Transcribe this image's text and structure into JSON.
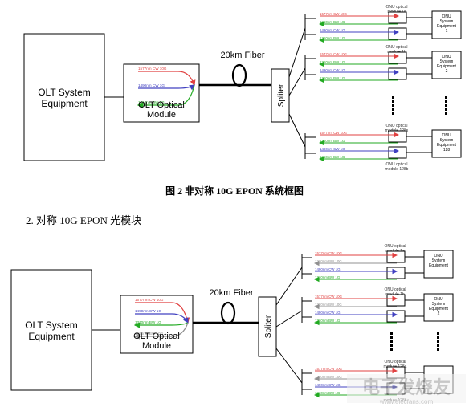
{
  "diagram1": {
    "olt_equipment": "OLT System Equipment",
    "olt_module": "OLT Optical Module",
    "fiber": "20km Fiber",
    "splitter": "Spliter",
    "olt_wavelengths": [
      {
        "text": "1577nm CW 10G",
        "color": "#e04040"
      },
      {
        "text": "1490nm CW 1G",
        "color": "#4040c0"
      },
      {
        "text": "1310nm BW 1G",
        "color": "#22aa22"
      }
    ],
    "onu_groups": [
      {
        "module_label": "ONU optical module 1s",
        "equipment": "ONU System Equipment 1",
        "lines": [
          {
            "text": "1577nm CW 10G",
            "color": "#e04040"
          },
          {
            "text": "1310nm BW 1G",
            "color": "#22aa22"
          },
          {
            "text": "1490nm CW 1G",
            "color": "#4040c0"
          },
          {
            "text": "1310nm BW 1G",
            "color": "#22aa22"
          }
        ]
      },
      {
        "module_label": "ONU optical module 1b",
        "equipment": "ONU System Equipment 2",
        "lines": [
          {
            "text": "1577nm CW 10G",
            "color": "#e04040"
          },
          {
            "text": "1310nm BW 1G",
            "color": "#22aa22"
          },
          {
            "text": "1490nm CW 1G",
            "color": "#4040c0"
          },
          {
            "text": "1310nm BW 1G",
            "color": "#22aa22"
          }
        ]
      },
      {
        "module_label": "ONU optical module 128s",
        "equipment": "ONU System Equipment 128",
        "lines": [
          {
            "text": "1577nm CW 10G",
            "color": "#e04040"
          },
          {
            "text": "1310nm BW 1G",
            "color": "#22aa22"
          },
          {
            "text": "1490nm CW 1G",
            "color": "#4040c0"
          },
          {
            "text": "1310nm BW 1G",
            "color": "#22aa22"
          }
        ]
      }
    ],
    "bottom_module_label": "ONU optical module 128b"
  },
  "caption": "图 2 非对称 10G EPON 系统框图",
  "section_heading": "2.  对称 10G EPON 光模块",
  "diagram2": {
    "olt_equipment": "OLT System Equipment",
    "olt_module": "OLT Optical Module",
    "fiber": "20km Fiber",
    "splitter": "Spliter",
    "olt_wavelengths": [
      {
        "text": "1577nm CW 10G",
        "color": "#e04040"
      },
      {
        "text": "1490nm CW 1G",
        "color": "#4040c0"
      },
      {
        "text": "1310nm BW 1G",
        "color": "#22aa22"
      },
      {
        "text": "1270nm BW 10G",
        "color": "#909090"
      }
    ],
    "onu_groups": [
      {
        "module_label": "ONU optical module 1a",
        "equipment": "ONU System Equipment",
        "lines": [
          {
            "text": "1577nm CW 10G",
            "color": "#e04040"
          },
          {
            "text": "1270nm BW 10G",
            "color": "#909090"
          },
          {
            "text": "1490nm CW 1G",
            "color": "#4040c0"
          },
          {
            "text": "1310nm BW 1G",
            "color": "#22aa22"
          }
        ]
      },
      {
        "module_label": "ONU optical module 1b",
        "equipment": "ONU System Equipment 2",
        "lines": [
          {
            "text": "1577nm CW 10G",
            "color": "#e04040"
          },
          {
            "text": "1270nm BW 10G",
            "color": "#909090"
          },
          {
            "text": "1490nm CW 1G",
            "color": "#4040c0"
          },
          {
            "text": "1310nm BW 1G",
            "color": "#22aa22"
          }
        ]
      },
      {
        "module_label": "ONU optical module 128a",
        "equipment": "",
        "lines": [
          {
            "text": "1577nm CW 10G",
            "color": "#e04040"
          },
          {
            "text": "1270nm BW 10G",
            "color": "#909090"
          },
          {
            "text": "1490nm CW 1G",
            "color": "#4040c0"
          },
          {
            "text": "1310nm BW 1G",
            "color": "#22aa22"
          }
        ]
      }
    ],
    "bottom_module_label": "module 128b"
  },
  "watermark": {
    "text": "电子发烧友",
    "subtext": "www.elecfans.com"
  }
}
